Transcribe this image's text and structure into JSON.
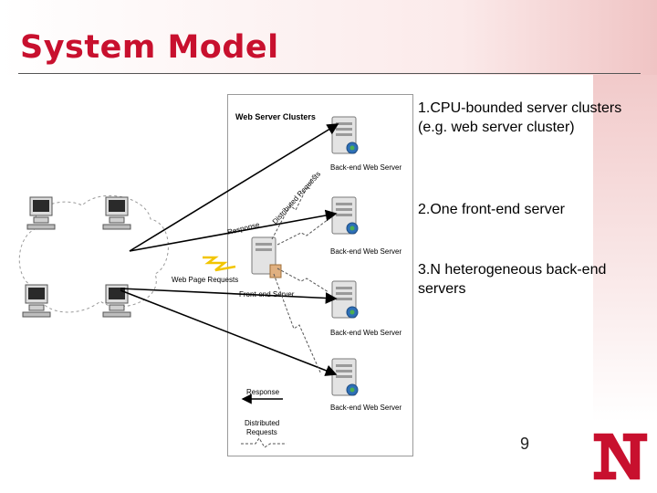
{
  "slide": {
    "title": "System Model",
    "page_number": "9",
    "bullets": [
      "1.CPU-bounded server clusters (e.g. web server cluster)",
      "2.One front-end server",
      "3.N heterogeneous back-end servers"
    ]
  },
  "diagram": {
    "cluster_label": "Web Server  Clusters",
    "backend_label": "Back-end Web Server",
    "frontend_label": "Front-end  Server",
    "distributed_requests_label": "Distributed Requests",
    "response_label": "Response",
    "web_page_requests_label": "Web Page Requests",
    "legend_response": "Response",
    "legend_distributed": "Distributed",
    "legend_requests": "Requests"
  },
  "logo": {
    "letter": "N",
    "color": "#c8102e"
  },
  "colors": {
    "title": "#c8102e",
    "text": "#000000"
  }
}
